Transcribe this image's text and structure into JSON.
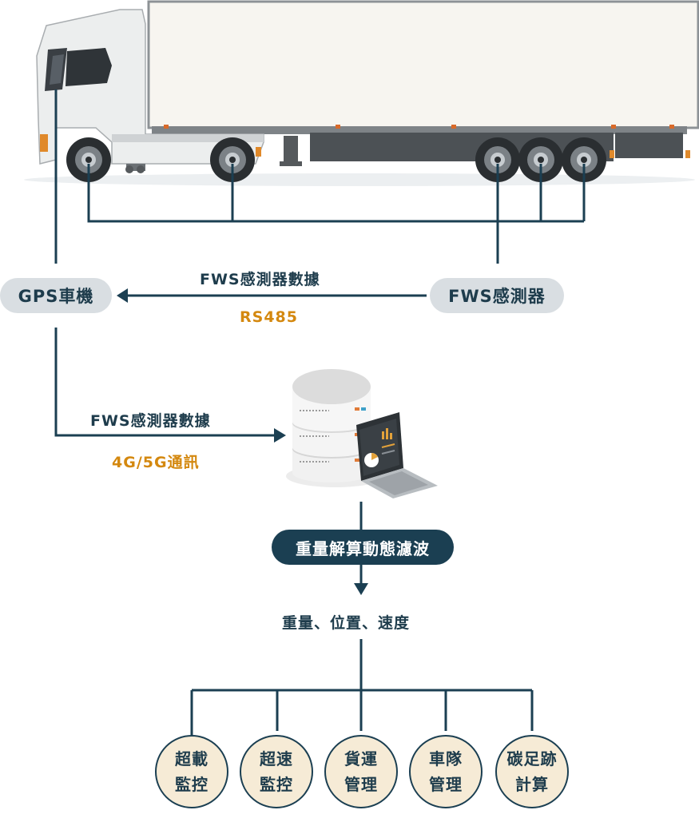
{
  "gps_unit": {
    "label": "GPS車機"
  },
  "fws_sensor": {
    "label": "FWS感測器"
  },
  "link_rs485": {
    "top_label": "FWS感測器數據",
    "bottom_label": "RS485"
  },
  "link_cellular": {
    "top_label": "FWS感測器數據",
    "bottom_label": "4G/5G通訊"
  },
  "process": {
    "label": "重量解算動態濾波"
  },
  "outputs": {
    "label": "重量、位置、速度"
  },
  "applications": [
    {
      "line1": "超載",
      "line2": "監控"
    },
    {
      "line1": "超速",
      "line2": "監控"
    },
    {
      "line1": "貨運",
      "line2": "管理"
    },
    {
      "line1": "車隊",
      "line2": "管理"
    },
    {
      "line1": "碳足跡",
      "line2": "計算"
    }
  ],
  "colors": {
    "line": "#1b3f52",
    "accent": "#d4880f",
    "pill_bg": "#d9dee2",
    "circle_bg": "#f6ebd6"
  },
  "icons": [
    "truck-trailer-illustration",
    "server-database-icon",
    "laptop-dashboard-icon",
    "arrow-left-icon",
    "arrow-right-icon",
    "arrow-down-icon"
  ]
}
